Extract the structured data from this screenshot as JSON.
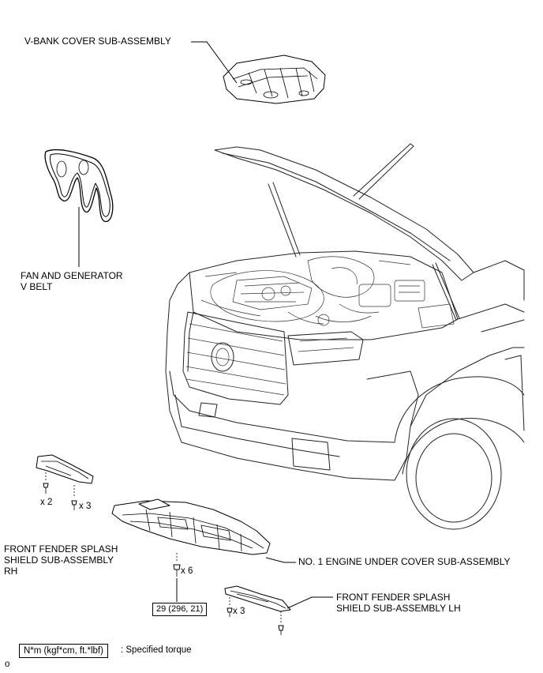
{
  "labels": {
    "v_bank_cover": "V-BANK COVER SUB-ASSEMBLY",
    "fan_belt": "FAN AND GENERATOR\nV BELT",
    "splash_rh": "FRONT FENDER SPLASH\nSHIELD SUB-ASSEMBLY\nRH",
    "engine_under_cover": "NO. 1 ENGINE UNDER COVER SUB-ASSEMBLY",
    "splash_lh": "FRONT FENDER SPLASH\nSHIELD SUB-ASSEMBLY LH"
  },
  "quantities": {
    "rh_x2": "x 2",
    "rh_x3": "x 3",
    "under_x6": "x 6",
    "lh_x3": "x 3"
  },
  "torque": {
    "under_cover": "29 (296, 21)"
  },
  "legend": {
    "box_text": "N*m (kgf*cm, ft.*lbf)",
    "description": ": Specified torque"
  },
  "corner_mark": "o"
}
